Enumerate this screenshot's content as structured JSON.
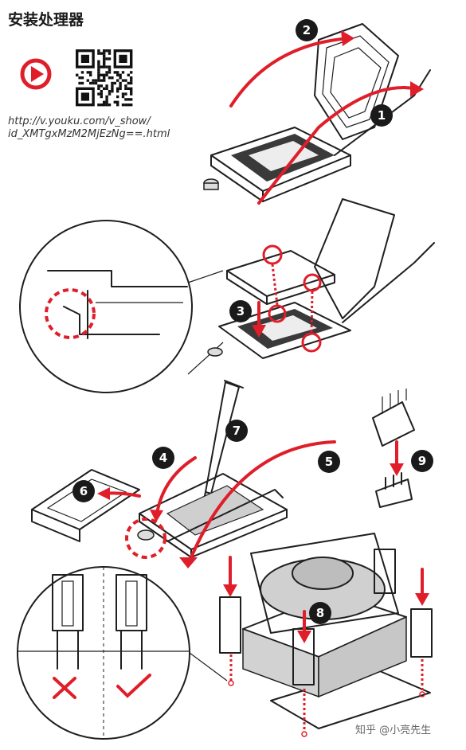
{
  "page": {
    "title": "安装处理器",
    "url_line1": "http://v.youku.com/v_show/",
    "url_line2": "id_XMTgxMzM2MjEzNg==.html",
    "watermark": "知乎 @小亮先生"
  },
  "icons": {
    "play": "play-button-icon",
    "qr": "qr-code",
    "wrong": "cross-icon",
    "right": "check-icon"
  },
  "colors": {
    "accent": "#e01e2a",
    "badge": "#1a1a1a",
    "line": "#1f1f1f"
  },
  "steps": [
    {
      "label": "1"
    },
    {
      "label": "2"
    },
    {
      "label": "3"
    },
    {
      "label": "4"
    },
    {
      "label": "5"
    },
    {
      "label": "6"
    },
    {
      "label": "7"
    },
    {
      "label": "8"
    },
    {
      "label": "9"
    }
  ]
}
